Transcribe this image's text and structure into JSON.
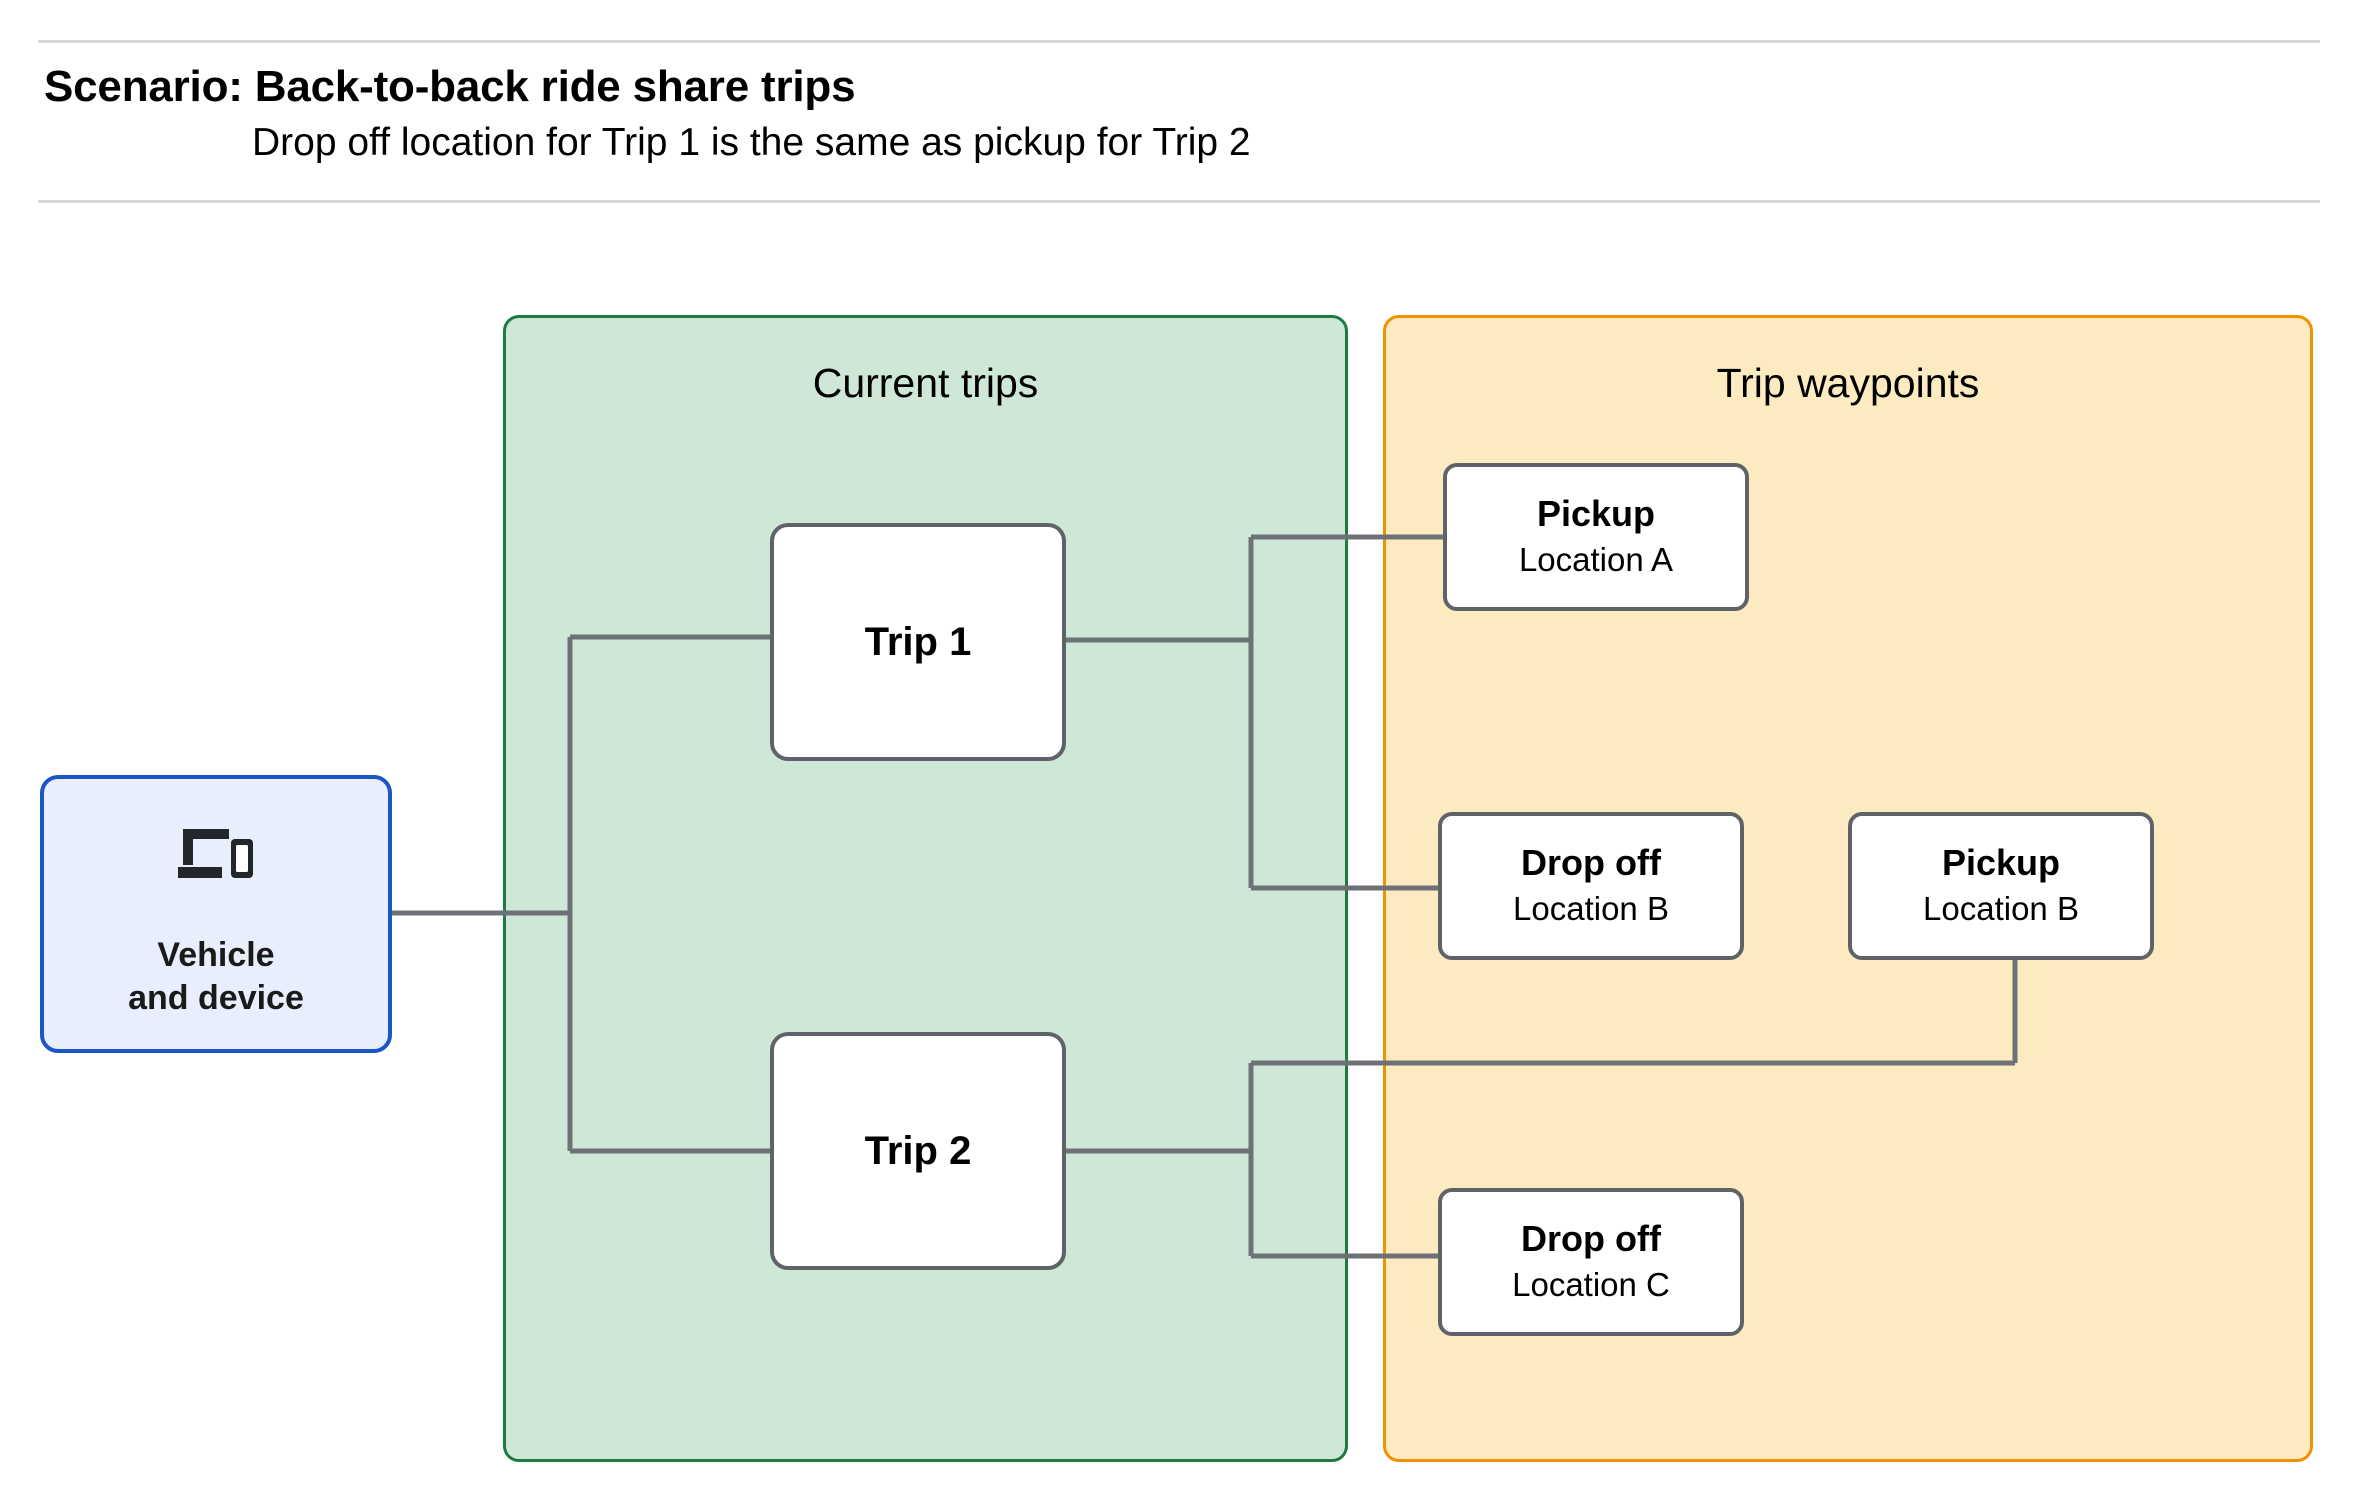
{
  "header": {
    "title": "Scenario: Back-to-back ride share trips",
    "subtitle": "Drop off  location for Trip 1 is the same as pickup for Trip 2"
  },
  "panels": {
    "current_trips": {
      "title": "Current trips",
      "fill": "#CEE7D6",
      "border": "#1E7B41"
    },
    "trip_waypoints": {
      "title": "Trip waypoints",
      "fill": "#FCEBC0",
      "border": "#F29100"
    }
  },
  "vehicle_node": {
    "icon": "devices-icon",
    "label_line1": "Vehicle",
    "label_line2": "and device",
    "fill": "#E8EEFC",
    "border": "#1A56C4"
  },
  "trips": [
    {
      "name": "Trip 1"
    },
    {
      "name": "Trip 2"
    }
  ],
  "waypoints": [
    {
      "type": "Pickup",
      "location": "Location A"
    },
    {
      "type": "Drop off",
      "location": "Location B"
    },
    {
      "type": "Pickup",
      "location": "Location B"
    },
    {
      "type": "Drop off",
      "location": "Location C"
    }
  ],
  "colors": {
    "connector": "#6E7276",
    "node_border": "#5F6368",
    "rule": "#d9d9d9"
  }
}
